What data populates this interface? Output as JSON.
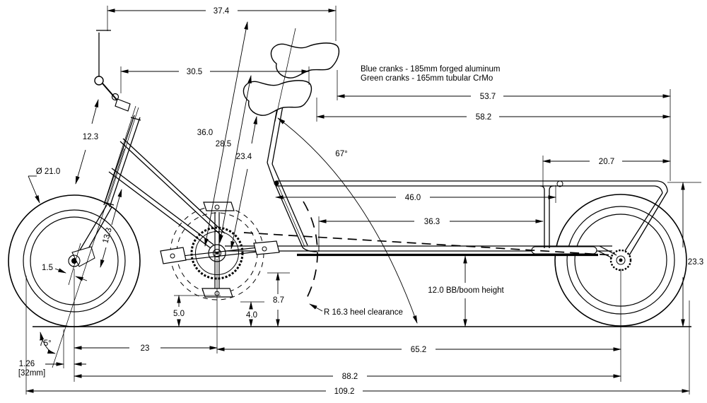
{
  "drawing": {
    "description": "Cargo truck bicycle dimensioned side-view CAD drawing",
    "colors": {
      "line": "#000000",
      "background": "#ffffff"
    },
    "notes": {
      "line1": "Blue cranks  -  185mm forged aluminum",
      "line2": "Green cranks  -  165mm tubular CrMo"
    },
    "dims": {
      "top_span": "37.4",
      "grip_to_saddle": "30.5",
      "upper_saddle_to_rack": "53.7",
      "lower_saddle_to_rack": "58.2",
      "rack_length": "20.7",
      "seat_to_rack_post": "46.0",
      "boom_to_rack_post": "36.3",
      "saddle_high_height": "36.0",
      "saddle_low_height": "28.5",
      "seat_mast_length": "23.4",
      "steerer_length": "12.3",
      "fork_length": "13.3",
      "front_wheel_diameter": "Ø 21.0",
      "fork_offset": "1.5",
      "rack_height": "23.3",
      "mid_height": "8.7",
      "pedal_low_height": "5.0",
      "pedal_min_height": "4.0",
      "bb_height": "12.0 BB/boom height",
      "heel_clearance": "R 16.3 heel clearance",
      "head_angle": "75°",
      "seat_angle": "67°",
      "trail_inches": "1.26",
      "trail_mm": "[32mm]",
      "front_center": "23",
      "bb_to_rear_axle": "65.2",
      "wheelbase": "88.2",
      "overall_length": "109.2"
    }
  }
}
